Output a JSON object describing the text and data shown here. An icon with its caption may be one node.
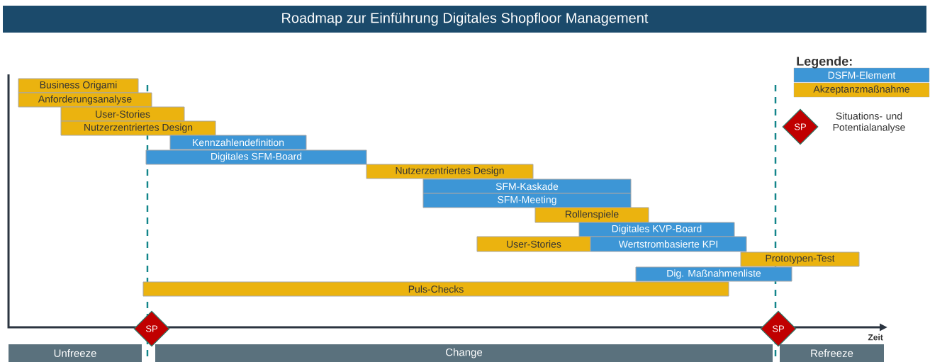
{
  "diagram": {
    "title": "Roadmap zur Einführung Digitales Shopfloor Management",
    "nodes": [
      {
        "text": [
          "Business Origami"
        ]
      },
      {
        "text": [
          "Anforderungsanalyse"
        ]
      },
      {
        "text": [
          "User-Stories"
        ]
      },
      {
        "text": [
          "Nutzerzentriertes Design"
        ]
      },
      {
        "text": [
          "Kennzahlendefinition"
        ]
      },
      {
        "text": [
          "Digitales SFM-Board"
        ]
      },
      {
        "text": [
          "Nutzerzentriertes Design"
        ]
      },
      {
        "text": [
          "SFM-Kaskade"
        ]
      },
      {
        "text": [
          "SFM-Meeting"
        ]
      },
      {
        "text": [
          "Rollenspiele"
        ]
      },
      {
        "text": [
          "Digitales KVP-Board"
        ]
      },
      {
        "text": [
          "User-Stories"
        ]
      },
      {
        "text": [
          "Wertstrombasierte KPI"
        ]
      },
      {
        "text": [
          "Prototypen-Test"
        ]
      },
      {
        "text": [
          "Dig. Maßnahmenliste"
        ]
      },
      {
        "text": [
          "Puls-Checks"
        ]
      },
      {
        "text": [
          "SP"
        ]
      },
      {
        "text": [
          "SP"
        ]
      },
      {
        "text": [
          "Unfreeze"
        ]
      },
      {
        "text": [
          "Change"
        ]
      },
      {
        "text": [
          "Refreeze"
        ]
      },
      {
        "text": [
          "SP"
        ],
        "beside": [
          "Situations- und Potentialanalyse"
        ]
      }
    ],
    "labels": [
      "Legende:",
      "Zeit"
    ],
    "legend": [
      {
        "text": "DSFM-Element",
        "color": "#3d96d6"
      },
      {
        "text": "Akzeptanzmaßnahme",
        "color": "#ebb30f"
      }
    ]
  }
}
